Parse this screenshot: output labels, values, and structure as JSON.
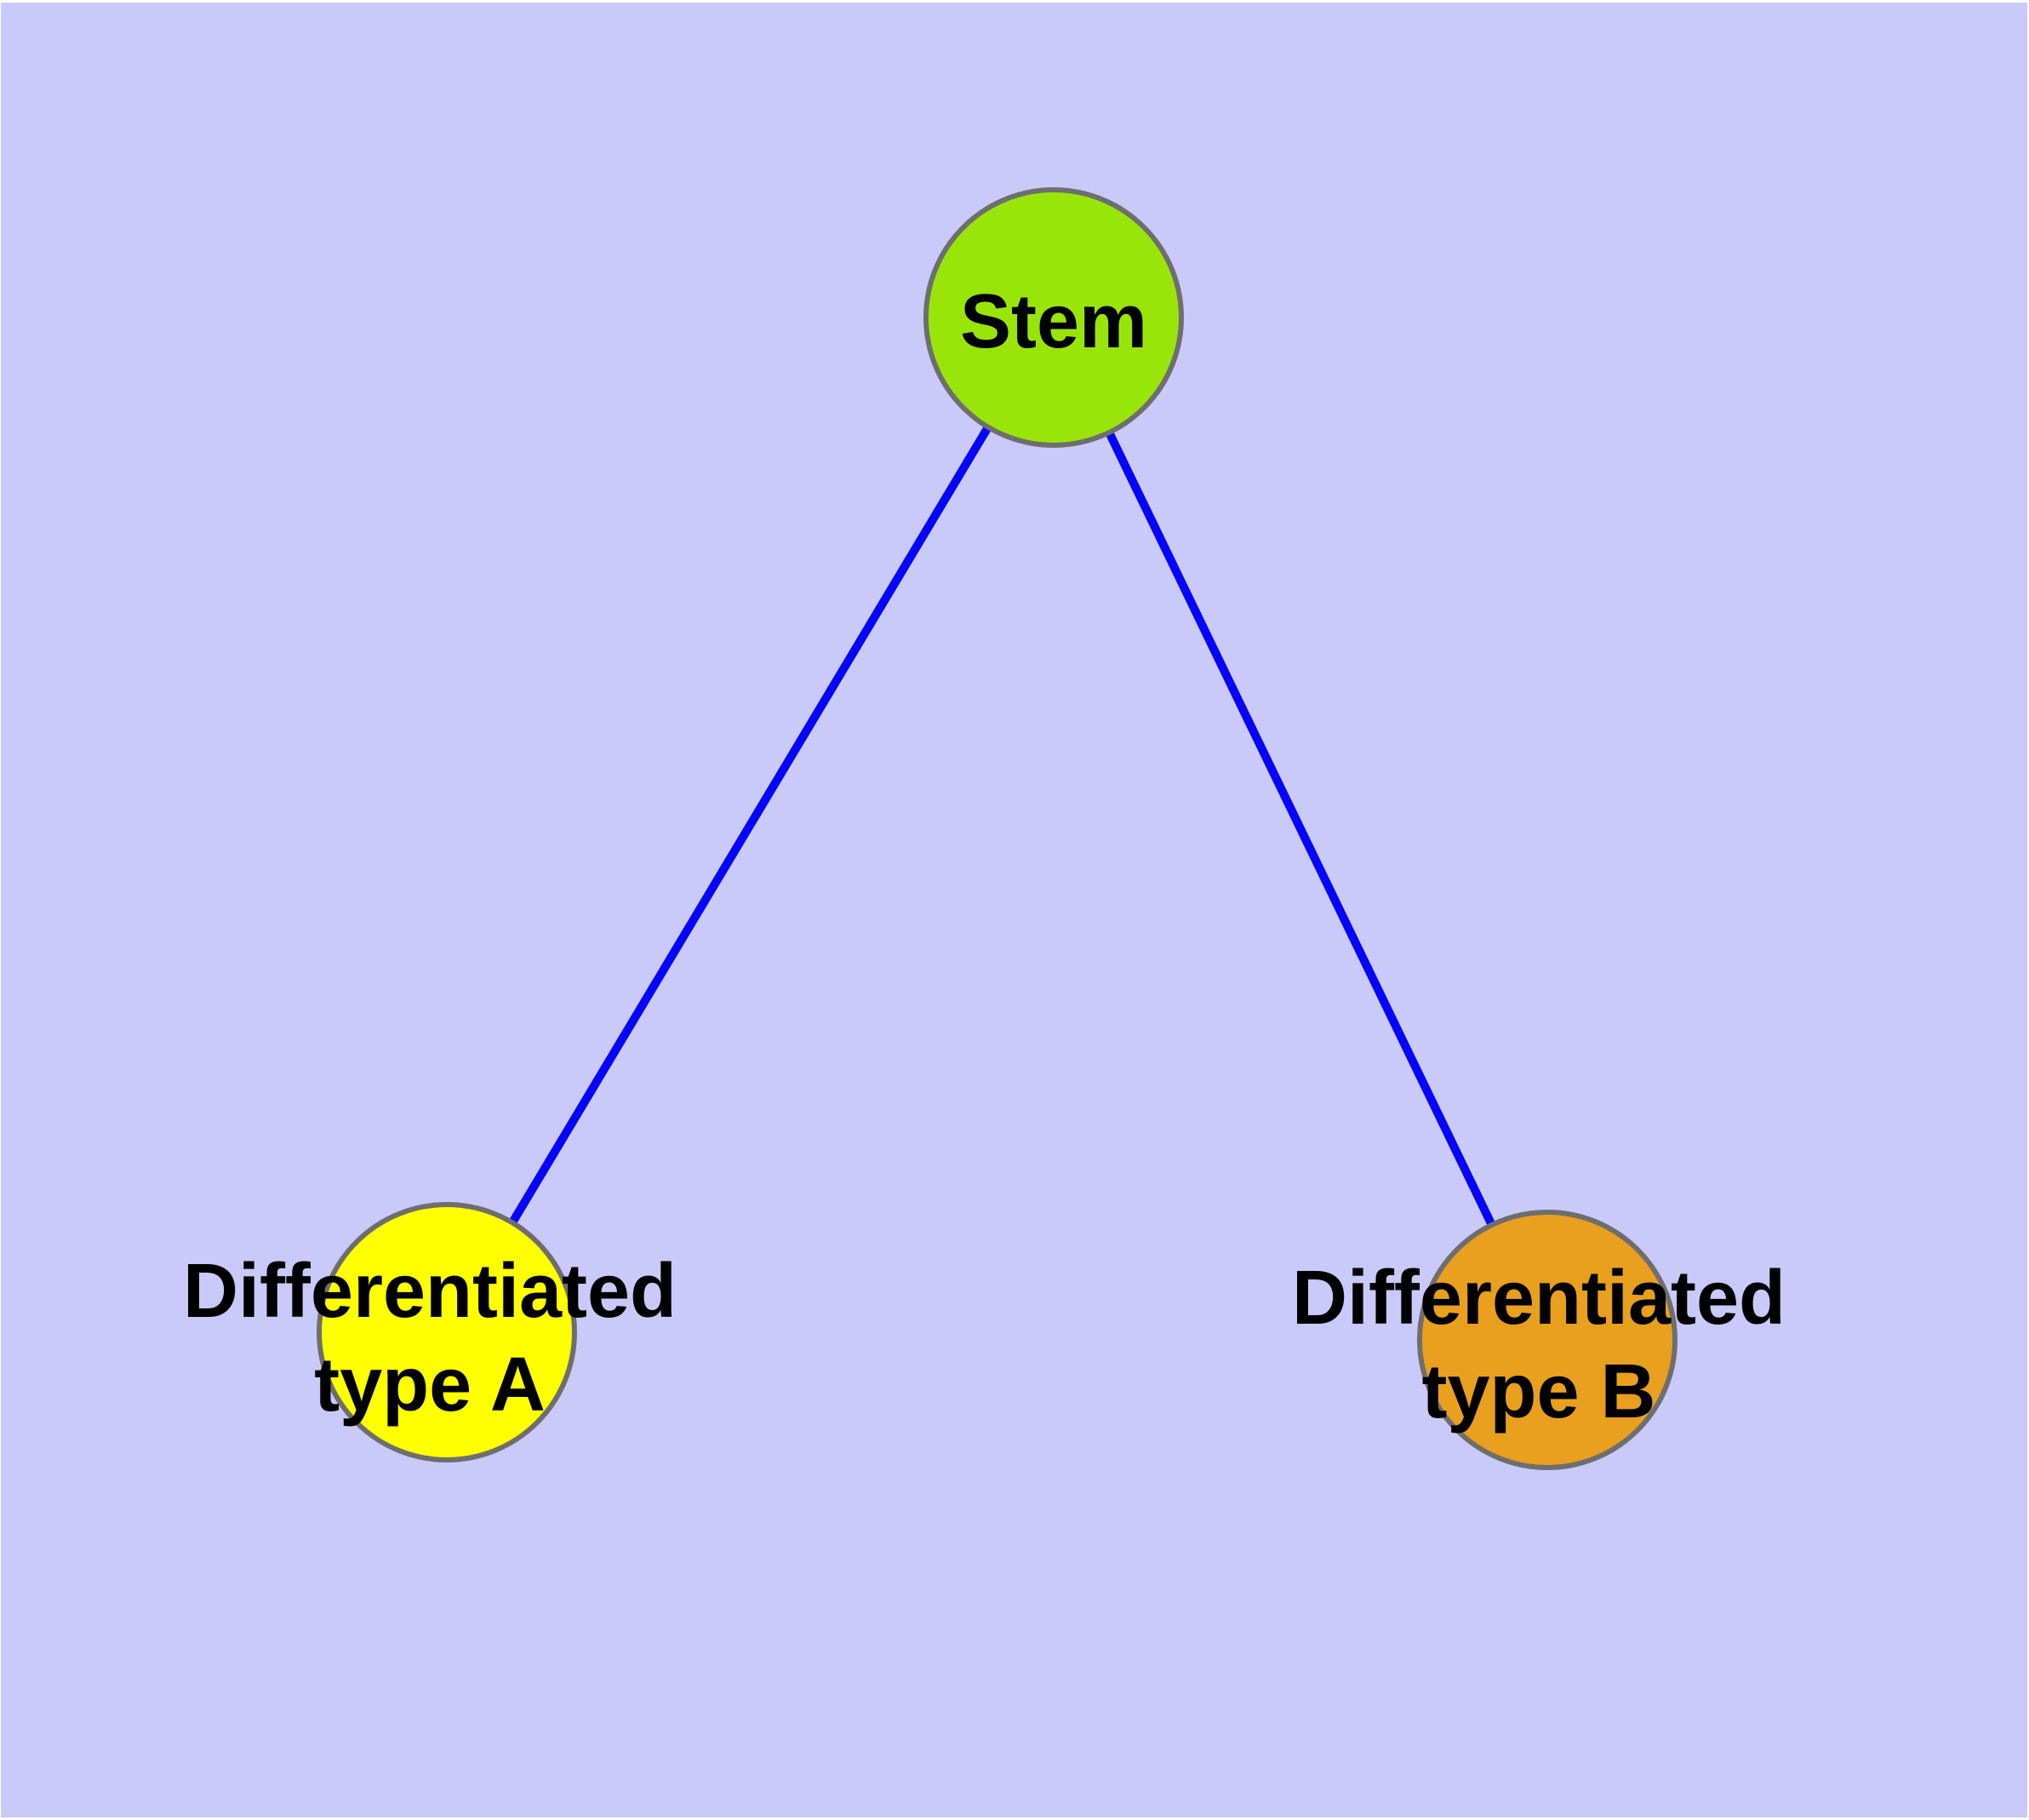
{
  "diagram": {
    "type": "graph",
    "background_color": "#cacafa",
    "frame_color": "#ffffff",
    "text_color": "#000000",
    "node_border_color": "#6e6e6e",
    "edge_color": "#0505fa",
    "nodes": [
      {
        "id": "stem",
        "label": "Stem",
        "line1": "Stem",
        "line2": "",
        "fill": "#9ae509"
      },
      {
        "id": "differentiated-type-a",
        "label": "Differentiated type A",
        "line1": "Differentiated",
        "line2": "type A",
        "fill": "#ffff00"
      },
      {
        "id": "differentiated-type-b",
        "label": "Differentiated type B",
        "line1": "Differentiated",
        "line2": "type B",
        "fill": "#e8a01e"
      }
    ],
    "edges": [
      {
        "from": "stem",
        "to": "differentiated-type-a",
        "color": "#0505fa"
      },
      {
        "from": "stem",
        "to": "differentiated-type-b",
        "color": "#0505fa"
      }
    ]
  }
}
